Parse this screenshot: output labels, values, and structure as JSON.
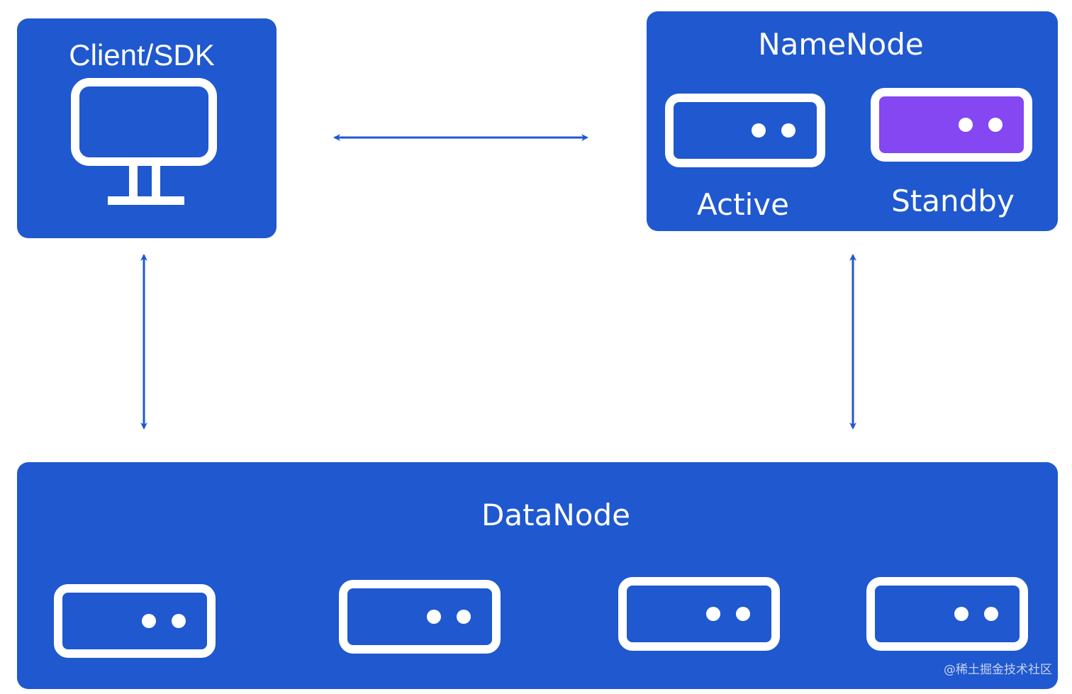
{
  "client": {
    "title": "Client/SDK",
    "icon": "monitor-icon"
  },
  "namenode": {
    "title": "NameNode",
    "nodes": [
      {
        "label": "Active",
        "icon": "server-icon"
      },
      {
        "label": "Standby",
        "icon": "server-icon"
      }
    ]
  },
  "datanode": {
    "title": "DataNode",
    "node_count": 4,
    "icon": "server-icon"
  },
  "watermark": "@稀土掘金技术社区",
  "colors": {
    "panel": "#1f58cf",
    "standby": "#8447f2",
    "arrow": "#1f58cf",
    "icon_stroke": "#ffffff"
  }
}
